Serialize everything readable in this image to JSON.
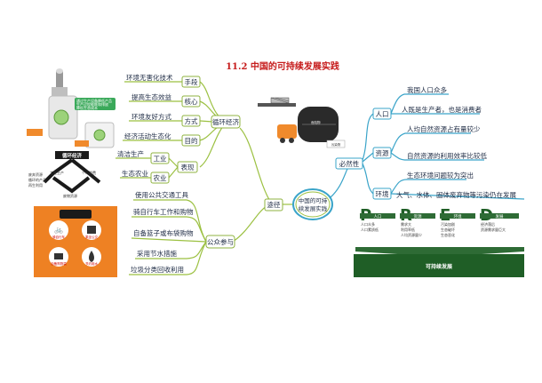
{
  "title": "11.2 中国的可持续发展实践",
  "center": "中国的可持续发展实践",
  "xunhuan": {
    "label": "循环经济",
    "items": [
      {
        "label": "手段",
        "detail": "环境无害化技术"
      },
      {
        "label": "核心",
        "detail": "提高生态效益"
      },
      {
        "label": "方式",
        "detail": "环境友好方式"
      },
      {
        "label": "目的",
        "detail": "经济活动生态化"
      }
    ],
    "biaoxian": {
      "label": "表现",
      "items": [
        {
          "label": "工业",
          "detail": "清洁生产"
        },
        {
          "label": "农业",
          "detail": "生态农业"
        }
      ]
    }
  },
  "tujing": "途径",
  "gongzhong": {
    "label": "公众参与",
    "items": [
      "使用公共交通工具",
      "骑自行车工作和购物",
      "自备篮子或布袋购物",
      "采用节水措施",
      "垃圾分类回收利用"
    ]
  },
  "biranxing": {
    "label": "必然性",
    "groups": [
      {
        "label": "人口",
        "items": [
          "我国人口众多",
          "人既是生产者，也是消费者"
        ]
      },
      {
        "label": "资源",
        "items": [
          "人均自然资源占有量较少",
          "自然资源的利用效率比较低"
        ]
      },
      {
        "label": "环境",
        "items": [
          "生态环境问题较为突出",
          "大气、水体、固体废弃物等污染仍在发展"
        ]
      }
    ]
  },
  "pred": {
    "letters": [
      "P",
      "R",
      "E",
      "D"
    ],
    "headers": [
      "人口",
      "资源",
      "环境",
      "发展"
    ],
    "cols": [
      [
        "人口众多",
        "人口素质低"
      ],
      [
        "需求大",
        "利用率低",
        "人均资源量少"
      ],
      [
        "污染加剧",
        "生态破坏",
        "生态恶化"
      ],
      [
        "经济落后",
        "资源需求量巨大"
      ]
    ],
    "result": "可持续发展"
  },
  "image_left": {
    "machine_caption": [
      "通过生产设备降低产品",
      "生产过程能耗和排放",
      "降低生态成本"
    ],
    "diagram_title": "循环经济",
    "diagram_nodes": [
      "工业生产",
      "个人消费",
      "废物资源"
    ],
    "diagram_left": [
      "废弃资源",
      "循环的产品",
      "再生利用"
    ],
    "transport_labels": [
      "骑自行车",
      "乘坐公交",
      "自备购物袋",
      "节约用水"
    ]
  },
  "image_right": {
    "pipe_label": "危险物",
    "tag": "污染物"
  },
  "colors": {
    "green": "#9cc142",
    "blue": "#3aa4c9",
    "orange": "#ee8123",
    "darkgreen": "#1f5e26",
    "title": "#c61c1c"
  }
}
